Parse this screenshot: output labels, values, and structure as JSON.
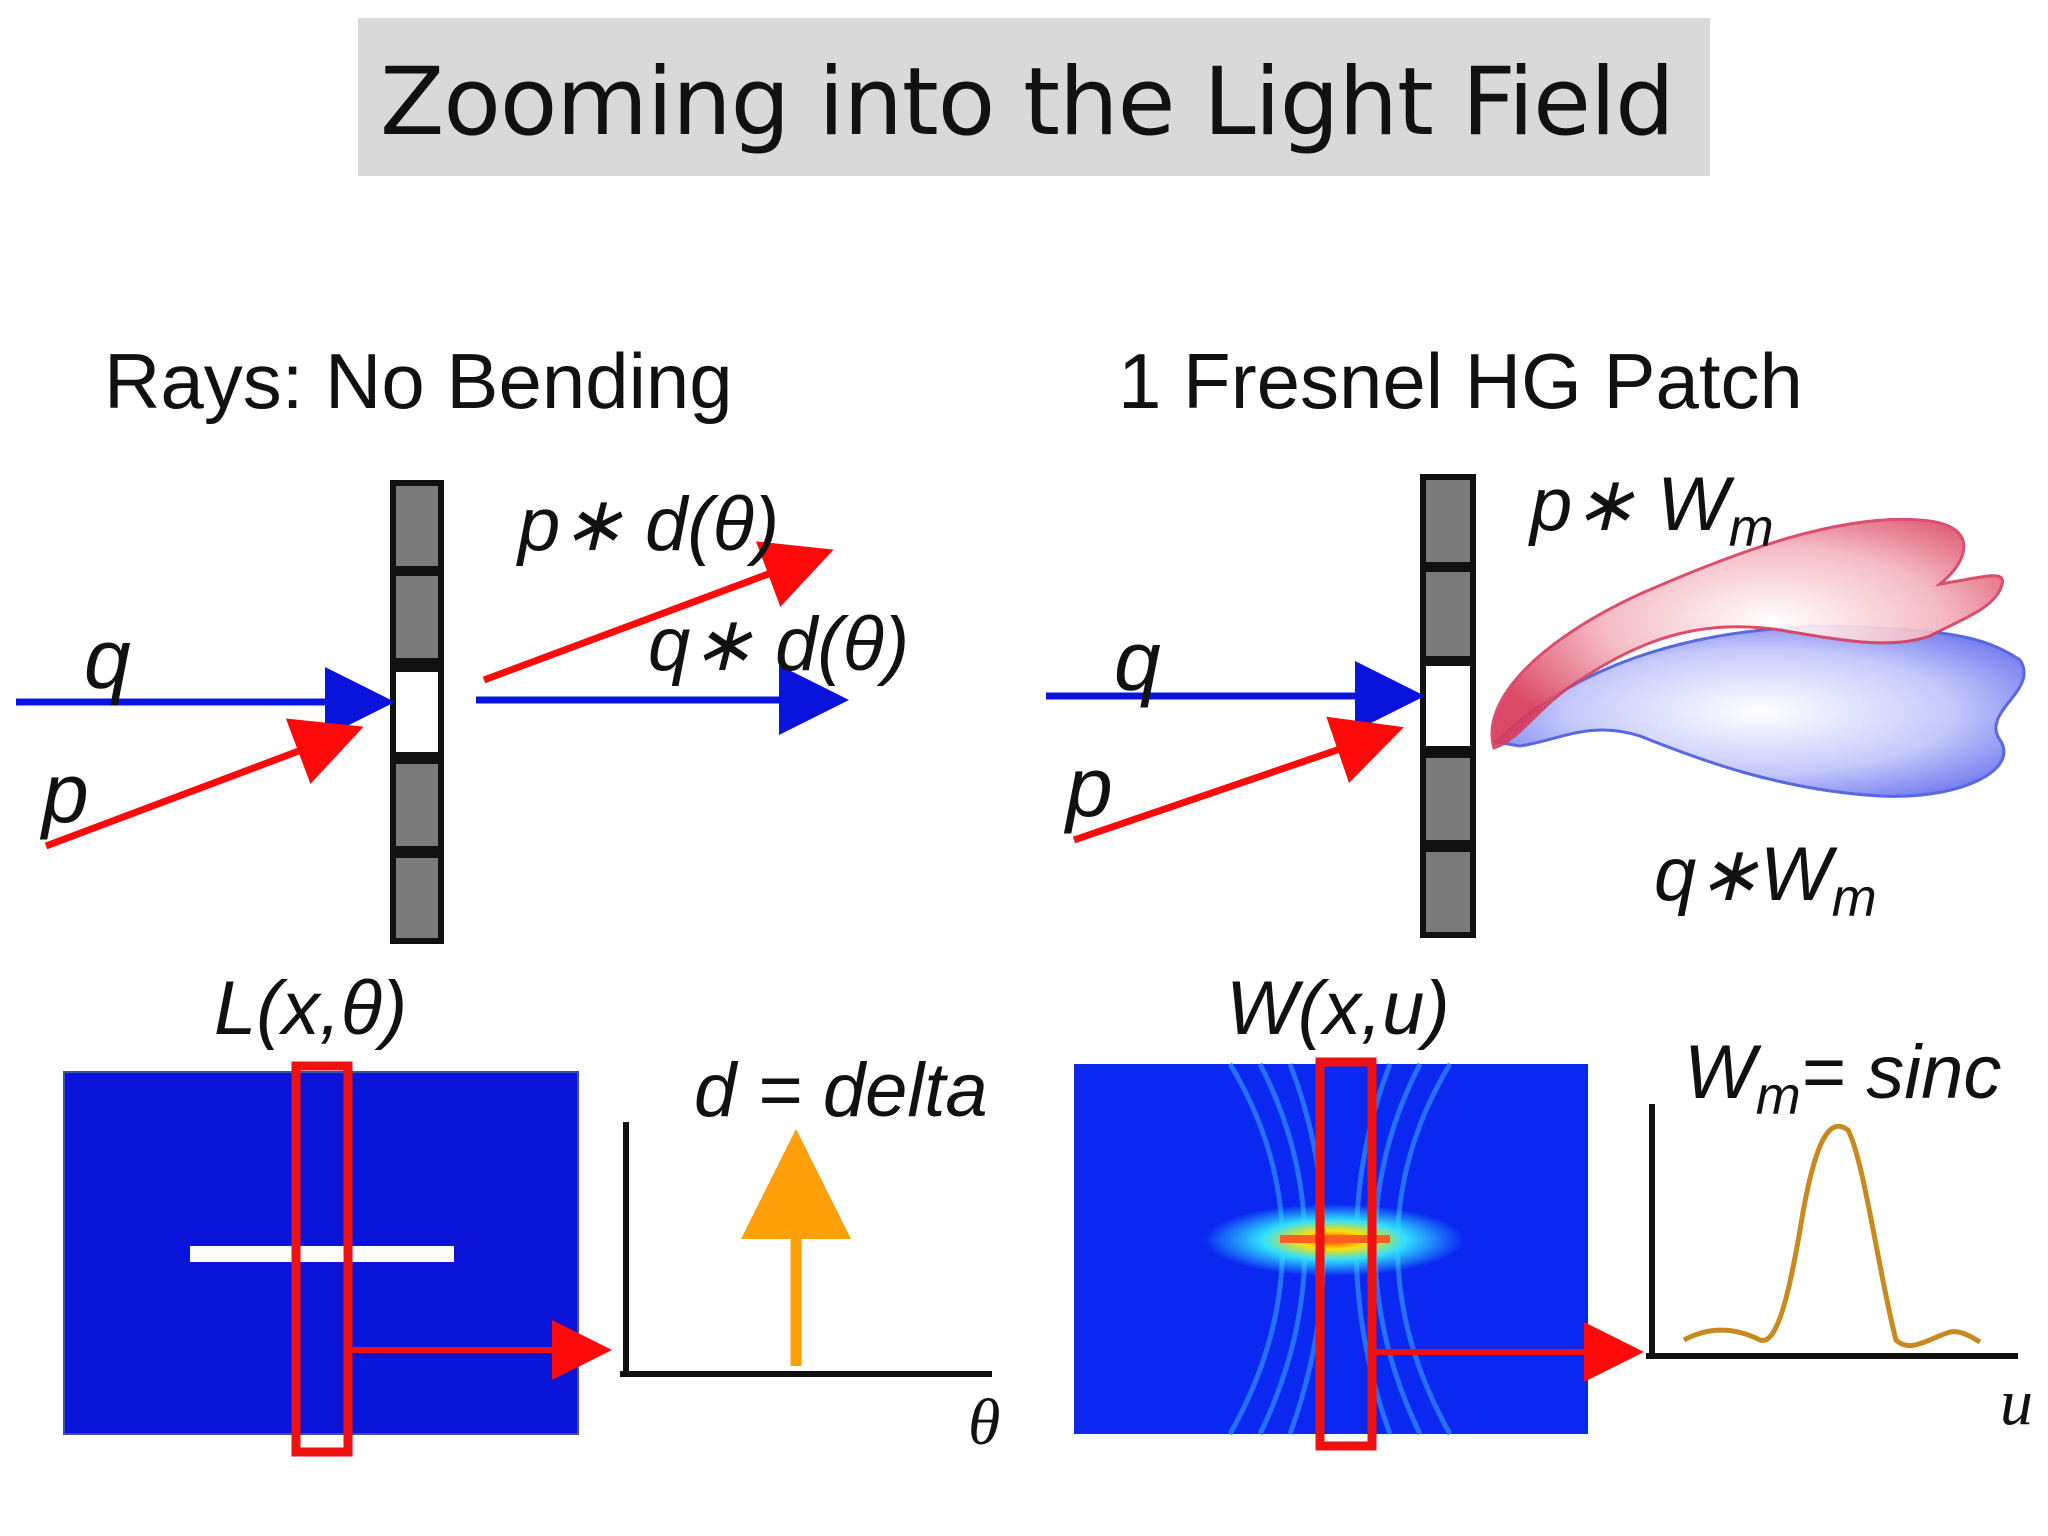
{
  "slide": {
    "title": "Zooming into the Light Field"
  },
  "left_panel": {
    "heading": "Rays: No Bending",
    "ray_q_label": "q",
    "ray_p_label": "p",
    "out_p_label": "p∗ d(θ)",
    "out_q_label": "q∗ d(θ)",
    "map_label": "L(x,θ)",
    "plot_label": "d = delta",
    "axis_label": "θ"
  },
  "right_panel": {
    "heading": "1 Fresnel HG Patch",
    "ray_q_label": "q",
    "ray_p_label": "p",
    "out_p_label": "p∗ W",
    "out_p_sub": "m",
    "out_q_label": "q∗W",
    "out_q_sub": "m",
    "map_label": "W(x,u)",
    "plot_label": "W",
    "plot_sub": "m",
    "plot_label_rest": "= sinc",
    "axis_label": "u"
  },
  "colors": {
    "ray_red": "#ff0a0a",
    "ray_blue": "#0a14dc",
    "map_blue": "#0a14d8",
    "delta_orange": "#ffa00a",
    "highlight_red": "#ee1111"
  }
}
